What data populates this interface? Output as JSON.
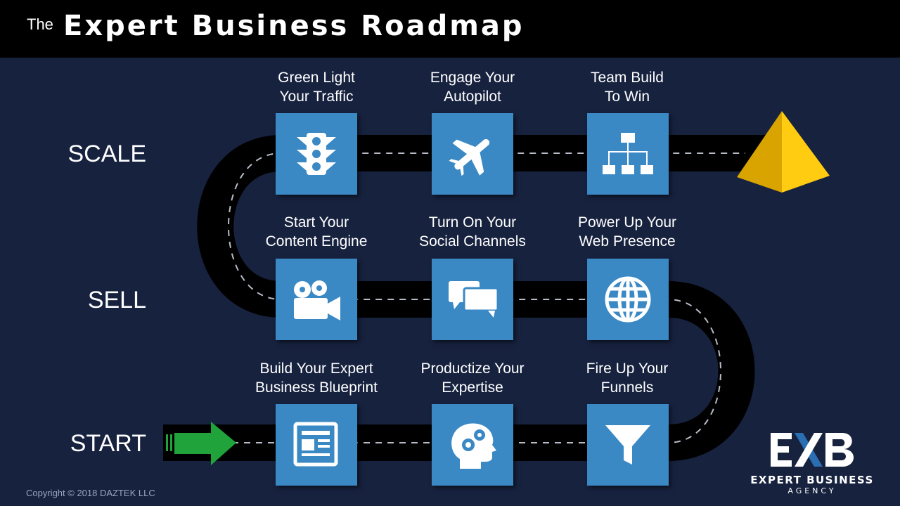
{
  "header": {
    "title_prefix": "The",
    "title_main": "Expert Business Roadmap"
  },
  "stages": {
    "scale": "SCALE",
    "sell": "SELL",
    "start": "START"
  },
  "steps": {
    "blueprint": {
      "line1": "Build Your Expert",
      "line2": "Business Blueprint",
      "icon": "document-icon"
    },
    "productize": {
      "line1": "Productize Your",
      "line2": "Expertise",
      "icon": "head-gears-icon"
    },
    "funnels": {
      "line1": "Fire Up Your",
      "line2": "Funnels",
      "icon": "funnel-icon"
    },
    "content": {
      "line1": "Start Your",
      "line2": "Content Engine",
      "icon": "video-camera-icon"
    },
    "social": {
      "line1": "Turn On Your",
      "line2": "Social Channels",
      "icon": "chat-bubbles-icon"
    },
    "web": {
      "line1": "Power Up Your",
      "line2": "Web Presence",
      "icon": "globe-icon"
    },
    "traffic": {
      "line1": "Green Light",
      "line2": "Your Traffic",
      "icon": "traffic-light-icon"
    },
    "autopilot": {
      "line1": "Engage Your",
      "line2": "Autopilot",
      "icon": "airplane-icon"
    },
    "team": {
      "line1": "Team Build",
      "line2": "To Win",
      "icon": "org-chart-icon"
    }
  },
  "footer": {
    "copyright": "Copyright © 2018 DAZTEK LLC"
  },
  "logo": {
    "mark": "EXB",
    "line1": "EXPERT BUSINESS",
    "line2": "AGENCY"
  },
  "colors": {
    "background": "#17223f",
    "tile": "#3a88c4",
    "road": "#000000",
    "arrow": "#1fa33a",
    "pyramid": "#f2bf00"
  }
}
